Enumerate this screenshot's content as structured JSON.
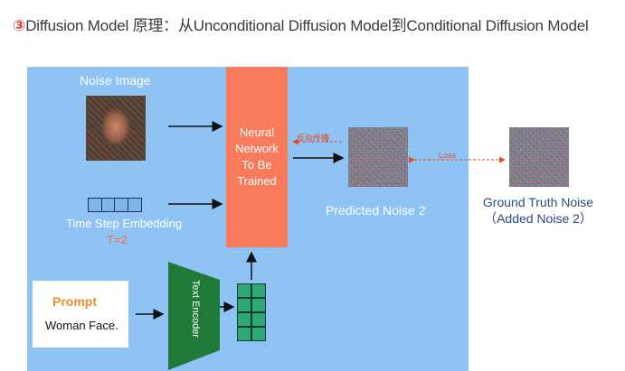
{
  "title": {
    "number": "③",
    "text": "Diffusion Model 原理：从Unconditional Diffusion Model到Conditional Diffusion Model"
  },
  "diagram": {
    "noise_image_label": "Noise Image",
    "neural_network_lines": [
      "Neural",
      "Network",
      "To Be",
      "Trained"
    ],
    "backprop_label": "反向传播",
    "predicted_noise_label": "Predicted Noise 2",
    "loss_label": "Loss",
    "ground_truth_line1": "Ground Truth Noise",
    "ground_truth_line2": "（Added Noise 2）",
    "time_step_label": "Time Step Embedding",
    "time_step_value": "T=2",
    "prompt_title": "Prompt",
    "prompt_text": "Woman Face.",
    "encoder_label": "Text Encoder",
    "embedding_cells": 4,
    "text_embedding_cells": 8
  },
  "colors": {
    "panel": "#8ec3f3",
    "network": "#f87b5b",
    "encoder": "#1f7a3a",
    "accent": "#e24a2a",
    "ground_truth_text": "#2c4a86"
  }
}
